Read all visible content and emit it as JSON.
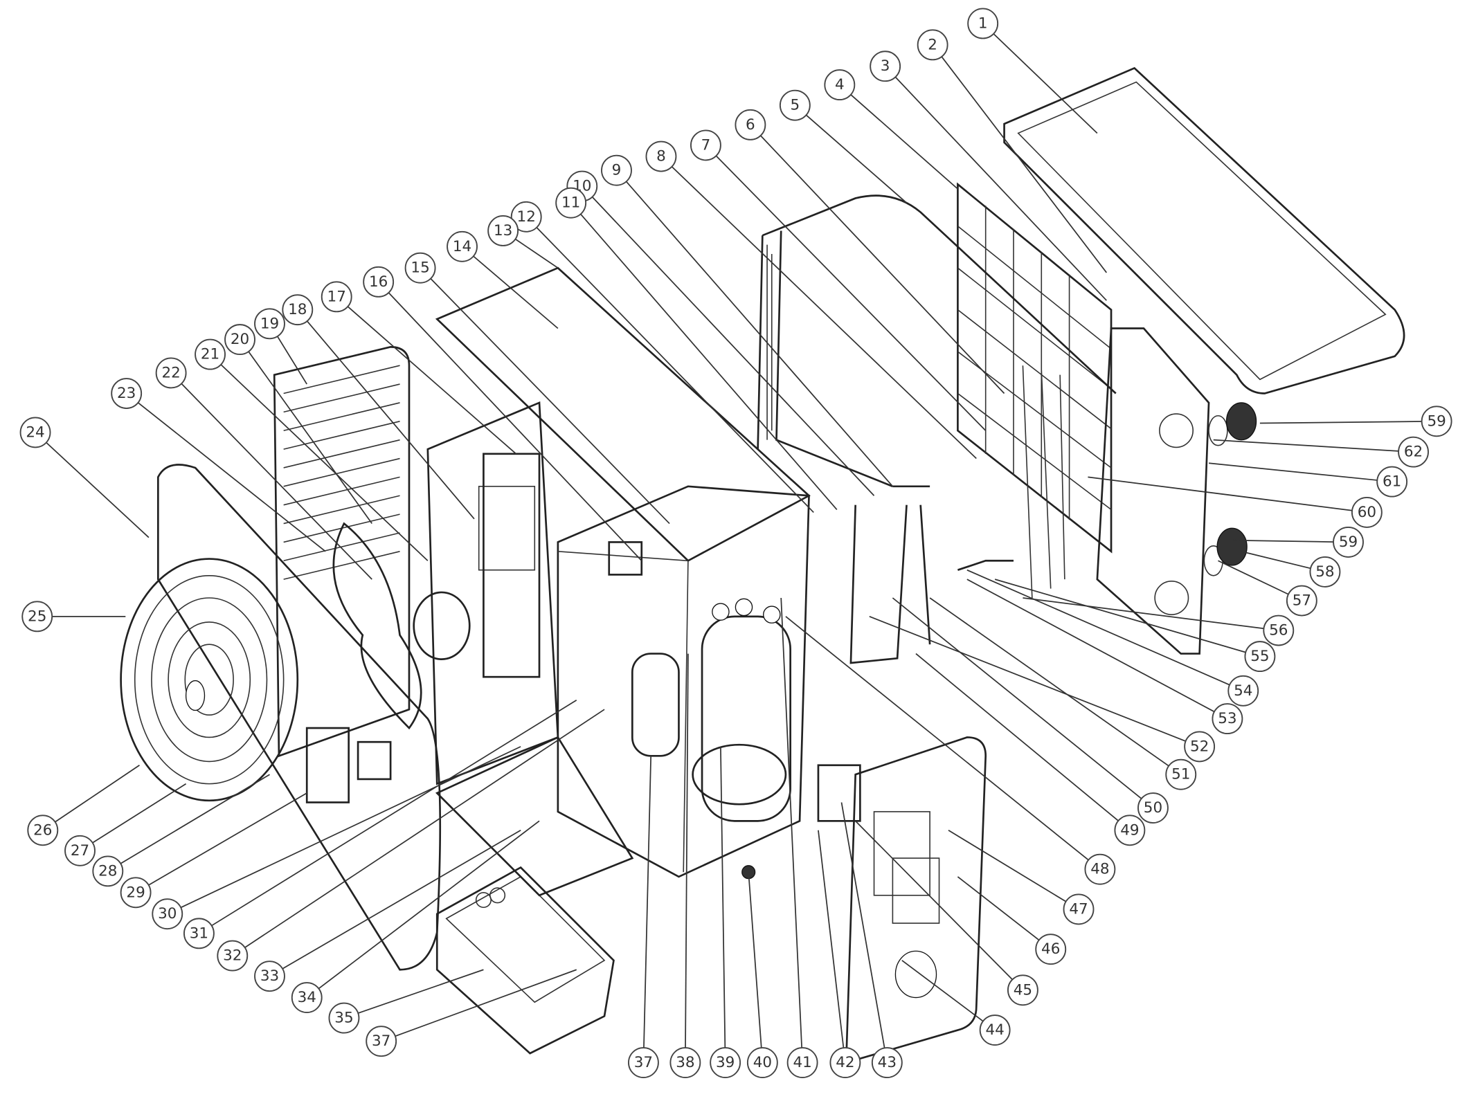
{
  "diagram": {
    "type": "exploded-parts-view",
    "callouts": [
      "1",
      "2",
      "3",
      "4",
      "5",
      "6",
      "7",
      "8",
      "9",
      "10",
      "11",
      "12",
      "13",
      "14",
      "15",
      "16",
      "17",
      "18",
      "19",
      "20",
      "21",
      "22",
      "23",
      "24",
      "25",
      "26",
      "27",
      "28",
      "29",
      "30",
      "31",
      "32",
      "33",
      "34",
      "35",
      "37",
      "37",
      "38",
      "39",
      "40",
      "41",
      "42",
      "43",
      "44",
      "45",
      "46",
      "47",
      "48",
      "49",
      "50",
      "51",
      "52",
      "53",
      "54",
      "55",
      "56",
      "57",
      "58",
      "59",
      "60",
      "61",
      "62",
      "59"
    ]
  }
}
